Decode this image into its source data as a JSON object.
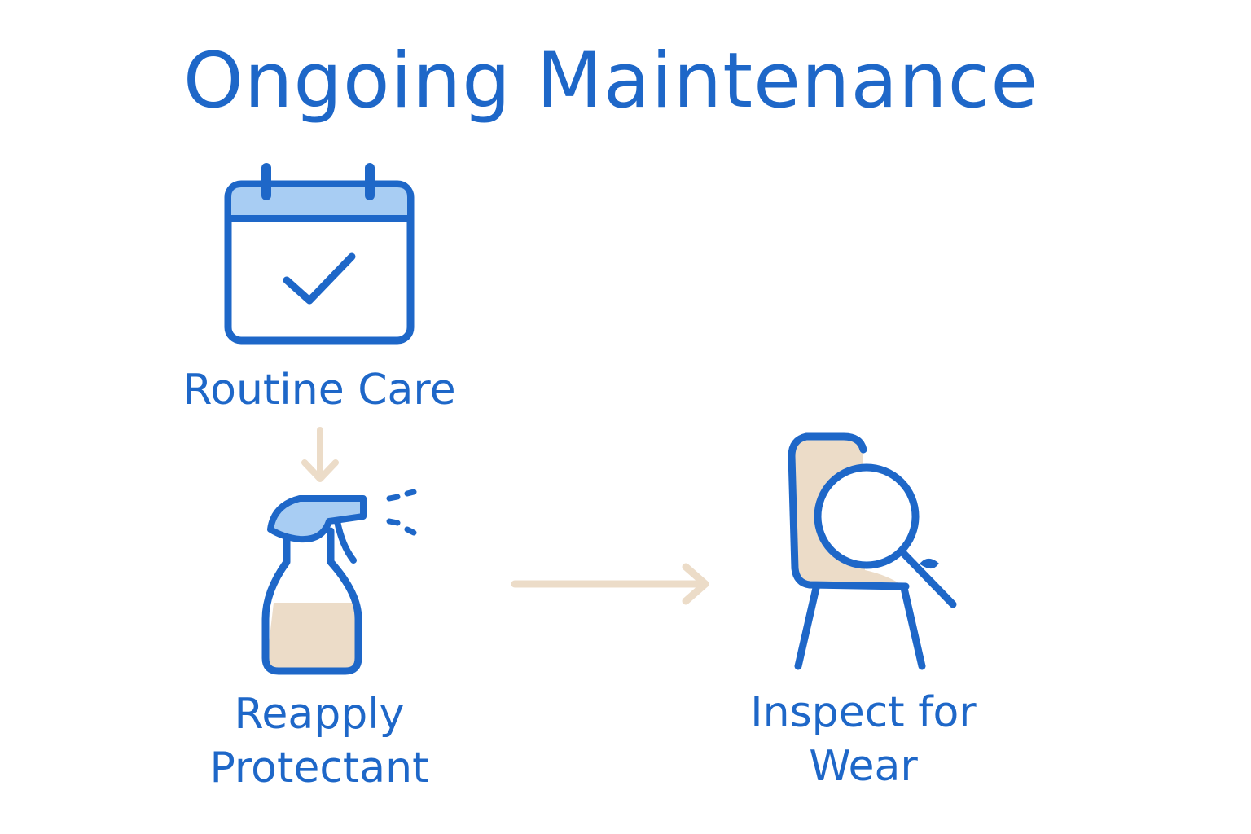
{
  "title": "Ongoing Maintenance",
  "steps": [
    {
      "icon": "calendar-check-icon",
      "label_lines": [
        "Routine Care"
      ]
    },
    {
      "icon": "spray-bottle-icon",
      "label_lines": [
        "Reapply",
        "Protectant"
      ]
    },
    {
      "icon": "chair-magnifier-icon",
      "label_lines": [
        "Inspect for",
        "Wear"
      ]
    }
  ],
  "colors": {
    "primary": "#1e67c8",
    "light_blue": "#a8cdf3",
    "beige": "#ecdcc8",
    "arrow": "#ecdcc8",
    "background": "#ffffff"
  }
}
